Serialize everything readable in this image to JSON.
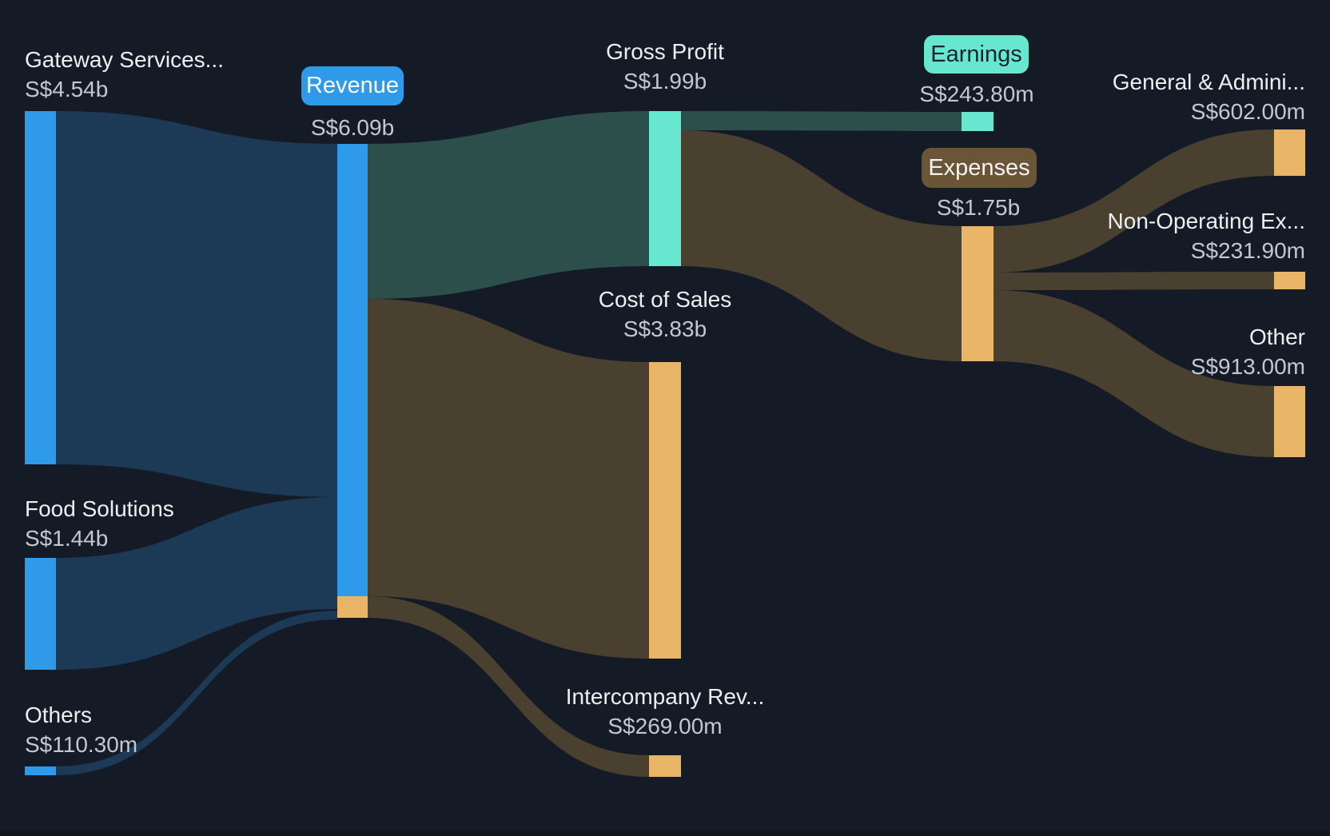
{
  "chart_data": {
    "type": "sankey",
    "currency": "SGD",
    "currency_prefix": "S$",
    "nodes": [
      {
        "id": "gateway",
        "label": "Gateway Services...",
        "display": "S$4.54b",
        "value_m": 4540,
        "color": "#2e9ae9",
        "column": 0
      },
      {
        "id": "food",
        "label": "Food Solutions",
        "display": "S$1.44b",
        "value_m": 1440,
        "color": "#2e9ae9",
        "column": 0
      },
      {
        "id": "others",
        "label": "Others",
        "display": "S$110.30m",
        "value_m": 110.3,
        "color": "#2e9ae9",
        "column": 0
      },
      {
        "id": "revenue",
        "label": "Revenue",
        "display": "S$6.09b",
        "value_m": 6090,
        "color": "#2e9ae9",
        "column": 1
      },
      {
        "id": "gross_profit",
        "label": "Gross Profit",
        "display": "S$1.99b",
        "value_m": 1990,
        "color": "#68e7d0",
        "column": 2
      },
      {
        "id": "cost_of_sales",
        "label": "Cost of Sales",
        "display": "S$3.83b",
        "value_m": 3830,
        "color": "#e9b566",
        "column": 2
      },
      {
        "id": "intercompany",
        "label": "Intercompany Rev...",
        "display": "S$269.00m",
        "value_m": 269,
        "color": "#e9b566",
        "column": 2
      },
      {
        "id": "earnings",
        "label": "Earnings",
        "display": "S$243.80m",
        "value_m": 243.8,
        "color": "#68e7d0",
        "column": 3
      },
      {
        "id": "expenses",
        "label": "Expenses",
        "display": "S$1.75b",
        "value_m": 1750,
        "color": "#e9b566",
        "column": 3
      },
      {
        "id": "general_admin",
        "label": "General & Admini...",
        "display": "S$602.00m",
        "value_m": 602,
        "color": "#e9b566",
        "column": 4
      },
      {
        "id": "non_operating",
        "label": "Non-Operating Ex...",
        "display": "S$231.90m",
        "value_m": 231.9,
        "color": "#e9b566",
        "column": 4
      },
      {
        "id": "other",
        "label": "Other",
        "display": "S$913.00m",
        "value_m": 913,
        "color": "#e9b566",
        "column": 4
      }
    ],
    "links": [
      {
        "source": "gateway",
        "target": "revenue",
        "value_m": 4540,
        "display": "S$4.54b",
        "color": "#1c3a55"
      },
      {
        "source": "food",
        "target": "revenue",
        "value_m": 1440,
        "display": "S$1.44b",
        "color": "#1c3a55"
      },
      {
        "source": "others",
        "target": "revenue",
        "value_m": 110.3,
        "display": "S$110.30m",
        "color": "#1c3a55"
      },
      {
        "source": "revenue",
        "target": "gross_profit",
        "value_m": 1990,
        "display": "S$1.99b",
        "color": "#2c4f4c"
      },
      {
        "source": "revenue",
        "target": "cost_of_sales",
        "value_m": 3830,
        "display": "S$3.83b",
        "color": "#4a402f"
      },
      {
        "source": "revenue",
        "target": "intercompany",
        "value_m": 269,
        "display": "S$269.00m",
        "color": "#4a402f"
      },
      {
        "source": "gross_profit",
        "target": "earnings",
        "value_m": 243.8,
        "display": "S$243.80m",
        "color": "#2c4f4c"
      },
      {
        "source": "gross_profit",
        "target": "expenses",
        "value_m": 1750,
        "display": "S$1.75b",
        "color": "#4a402f"
      },
      {
        "source": "expenses",
        "target": "general_admin",
        "value_m": 602,
        "display": "S$602.00m",
        "color": "#4a402f"
      },
      {
        "source": "expenses",
        "target": "non_operating",
        "value_m": 231.9,
        "display": "S$231.90m",
        "color": "#4a402f"
      },
      {
        "source": "expenses",
        "target": "other",
        "value_m": 913,
        "display": "S$913.00m",
        "color": "#4a402f"
      }
    ],
    "legend": "none",
    "grid": false
  },
  "colors": {
    "background": "#141b26",
    "footer_strip": "#0f141d",
    "node_blue": "#2e9ae9",
    "node_teal": "#68e7d0",
    "node_orange": "#e9b566",
    "flow_navy": "#1c3a55",
    "flow_teal": "#2c4f4c",
    "flow_brown": "#4a402f",
    "title_text": "#eceef0",
    "value_text": "#c2c8cf",
    "pill_revenue_bg": "#2e9ae9",
    "pill_earnings_bg": "#68e7d0",
    "pill_expenses_bg": "#6a5637"
  }
}
